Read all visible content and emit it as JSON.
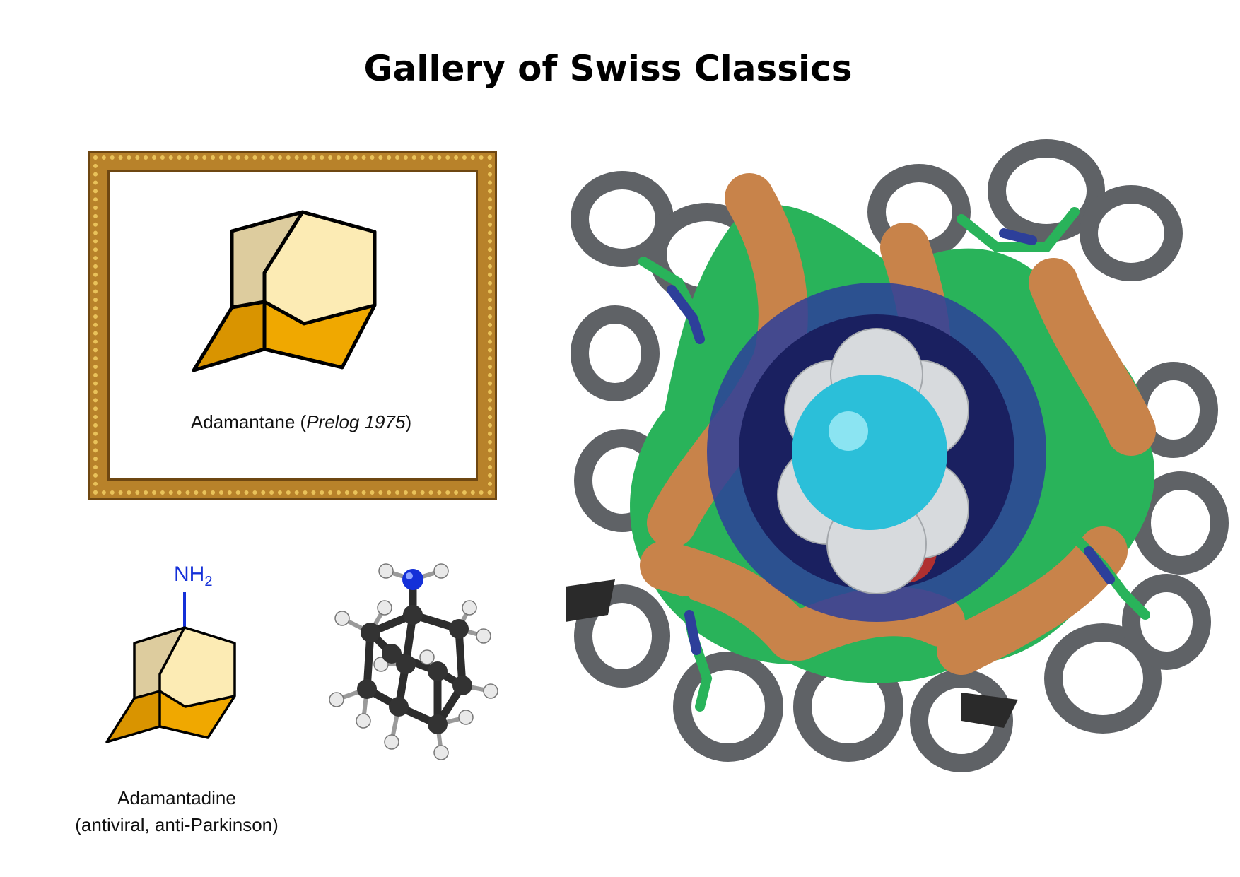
{
  "title": "Gallery of Swiss Classics",
  "framed_structure": {
    "name": "Adamantane",
    "attribution": "Prelog 1975"
  },
  "adamantadine": {
    "substituent": "NH",
    "substituent_subscript": "2",
    "name": "Adamantadine",
    "uses": "(antiviral, anti-Parkinson)"
  },
  "colors": {
    "cage_back_face": "#ddcc9e",
    "cage_top_face": "#fcebb4",
    "cage_front_face": "#f0a800",
    "cage_left_face": "#d99400",
    "frame_gold": "#b8822a",
    "amine_blue": "#1430d8",
    "helix_gray": "#5f6266",
    "surface_green": "#29b35a",
    "surface_brown": "#c8834a",
    "ligand_cyan": "#2bbfd9"
  }
}
